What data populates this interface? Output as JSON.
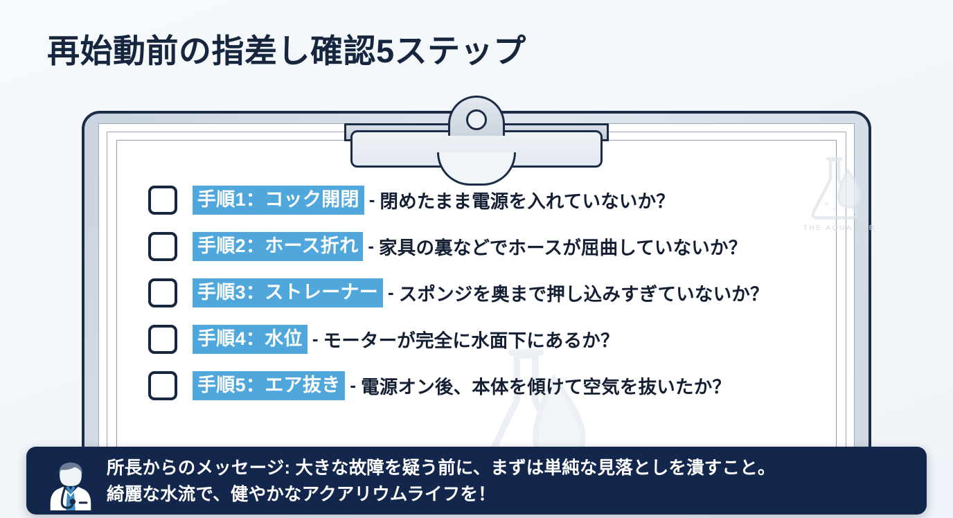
{
  "title": "再始動前の指差し確認5ステップ",
  "colors": {
    "background": "#f4f8fb",
    "ink": "#16263f",
    "highlight": "#4fa7dc",
    "banner": "#13264b",
    "paper": "#ffffff",
    "clipboard": "#cfd8e3"
  },
  "watermark": {
    "corner_label": "THE AQUA LAB",
    "icon": "flask-droplet-icon"
  },
  "checklist": {
    "separator": "-",
    "items": [
      {
        "badge": "手順1：コック開閉",
        "desc": "閉めたまま電源を入れていないか？",
        "checked": false
      },
      {
        "badge": "手順2：ホース折れ",
        "desc": "家具の裏などでホースが屈曲していないか？",
        "checked": false
      },
      {
        "badge": "手順3：ストレーナー",
        "desc": "スポンジを奥まで押し込みすぎていないか？",
        "checked": false
      },
      {
        "badge": "手順4：水位",
        "desc": "モーターが完全に水面下にあるか？",
        "checked": false
      },
      {
        "badge": "手順5：エア抜き",
        "desc": "電源オン後、本体を傾けて空気を抜いたか？",
        "checked": false
      }
    ]
  },
  "banner": {
    "avatar_icon": "doctor-avatar-icon",
    "line1": "所長からのメッセージ: 大きな故障を疑う前に、まずは単純な見落としを潰すこと。",
    "line2": "綺麗な水流で、健やかなアクアリウムライフを！"
  }
}
